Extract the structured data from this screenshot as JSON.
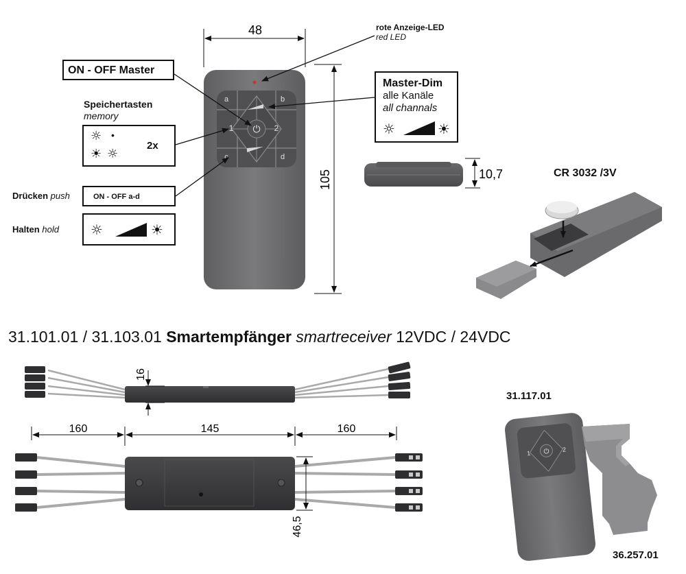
{
  "remote": {
    "width_dim": "48",
    "height_dim": "105",
    "thickness_dim": "10,7",
    "keys": {
      "a": "a",
      "b": "b",
      "c": "c",
      "d": "d",
      "one": "1",
      "two": "2"
    }
  },
  "labels": {
    "red_led_de": "rote Anzeige-LED",
    "red_led_en": "red LED",
    "on_off_master": "ON - OFF  Master",
    "memory_de": "Speichertasten",
    "memory_en": "memory",
    "twice": "2x",
    "master_dim_title": "Master-Dim",
    "master_dim_de": "alle Kanäle",
    "master_dim_en": "all channals",
    "push_de": "Drücken",
    "push_en": "push",
    "push_action": "ON - OFF  a-d",
    "hold_de": "Halten",
    "hold_en": "hold",
    "battery": "CR 3032 /3V"
  },
  "receiver": {
    "codes": "31.101.01 / 31.103.01",
    "name_de": "Smartempfänger",
    "name_en": "smartreceiver",
    "voltage": "12VDC / 24VDC",
    "height_dim": "16",
    "cable_left_dim": "160",
    "body_dim": "145",
    "cable_right_dim": "160",
    "width_dim": "46,5"
  },
  "accessories": {
    "remote_code": "31.117.01",
    "holder_code": "36.257.01"
  },
  "colors": {
    "remote_body": "#6f6f71",
    "keypad": "#505052",
    "receiver_body": "#3a3a3c",
    "cable": "#a9a9a9",
    "led": "#c0392b"
  }
}
